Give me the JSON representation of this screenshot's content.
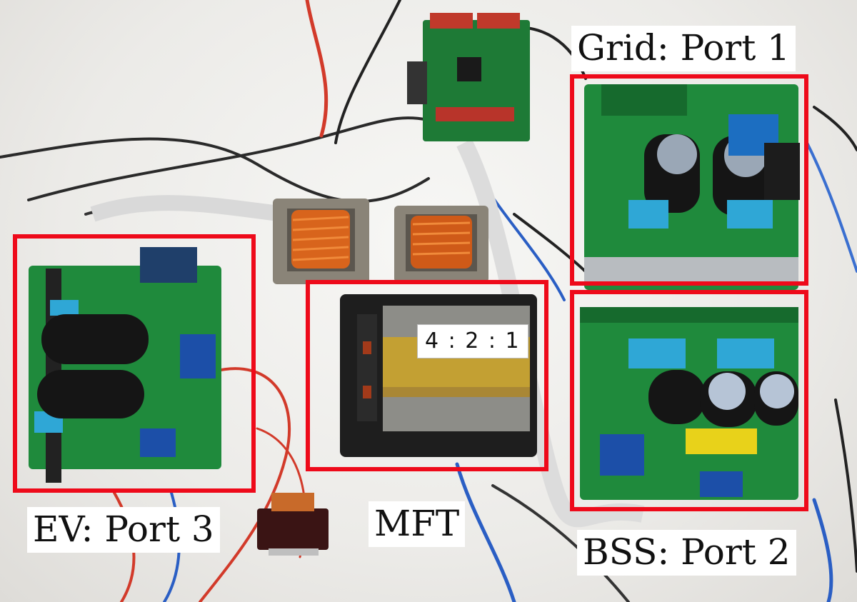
{
  "labels": {
    "grid": "Grid: Port 1",
    "bss": "BSS: Port 2",
    "ev": "EV: Port 3",
    "mft": "MFT",
    "ratio": "4 : 2 : 1"
  },
  "colors": {
    "highlight_box": "#ee0a1a",
    "pcb_green": "#1f8a3c",
    "copper_winding": "#d8641c",
    "kapton_tape": "#c9a22a",
    "capacitor_black": "#151515",
    "film_capacitor_blue": "#2fa7d6"
  }
}
